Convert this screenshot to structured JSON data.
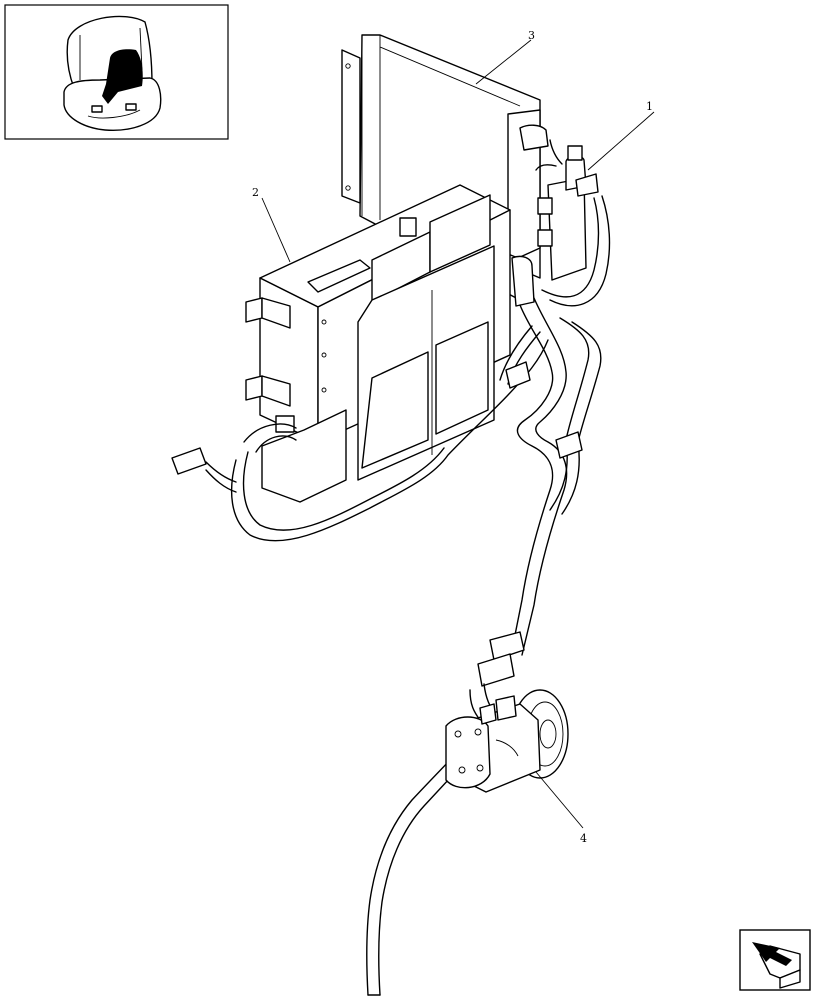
{
  "callouts": [
    {
      "label": "1",
      "part": "receiver-drier-assembly"
    },
    {
      "label": "2",
      "part": "evaporator-heater-unit"
    },
    {
      "label": "3",
      "part": "condenser-panel"
    },
    {
      "label": "4",
      "part": "ac-compressor"
    }
  ],
  "icons": {
    "locator": "machine-location-thumbnail-icon",
    "navigation": "next-page-arrow-icon"
  }
}
